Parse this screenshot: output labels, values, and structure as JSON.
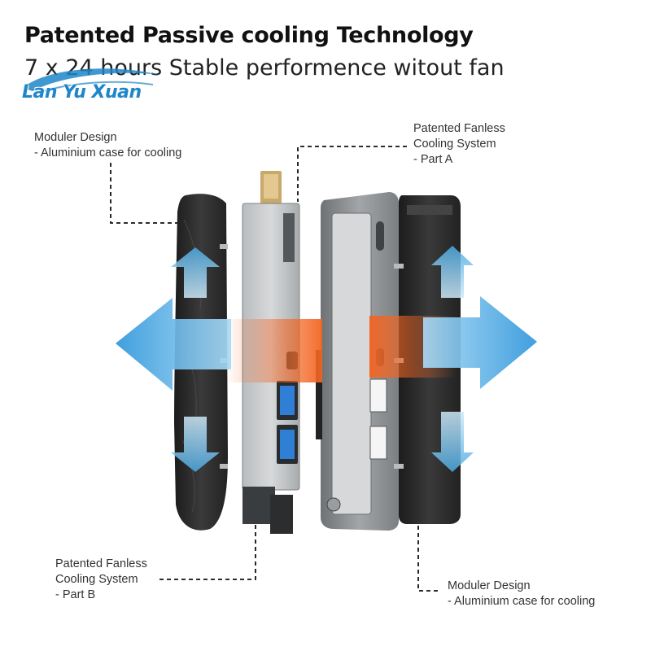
{
  "headline": "Patented Passive cooling Technology",
  "subline": "7 x 24 hours Stable performence witout fan",
  "watermark": "Lan Yu Xuan",
  "callouts": {
    "top_left": {
      "line1": "Moduler Design",
      "line2": "- Aluminium case for cooling"
    },
    "top_right": {
      "line1": "Patented Fanless",
      "line2": "Cooling System",
      "line3": "- Part A"
    },
    "bottom_left": {
      "line1": "Patented Fanless",
      "line2": "Cooling System",
      "line3": "- Part B"
    },
    "bottom_right": {
      "line1": "Moduler Design",
      "line2": "- Aluminium case for cooling"
    }
  },
  "colors": {
    "airflow_cool": "#4aa8e0",
    "airflow_hot": "#f26522",
    "case_dark": "#2b2b2b",
    "frame_gray": "#8f9294",
    "board_silver": "#c8cbcd",
    "usb_blue": "#2f7fd6",
    "watermark": "#1f86c9"
  }
}
